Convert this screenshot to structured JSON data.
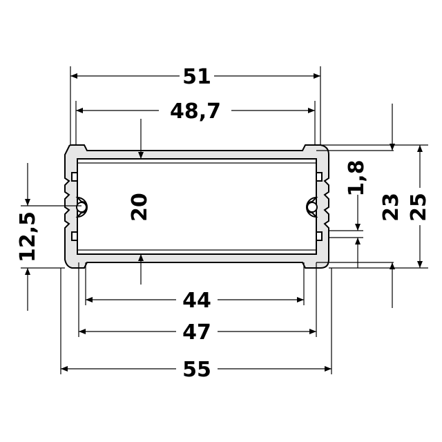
{
  "colors": {
    "profile_fill": "#e6e6e6",
    "line": "#000000",
    "background": "#ffffff"
  },
  "dimensions": {
    "outer_top": "51",
    "inner_top": "48,7",
    "center_height": "20",
    "inner_bottom": "44",
    "rail_bottom": "47",
    "overall_width": "55",
    "left_offset": "12,5",
    "wall": "1,8",
    "inner_height": "23",
    "overall_height": "25"
  }
}
